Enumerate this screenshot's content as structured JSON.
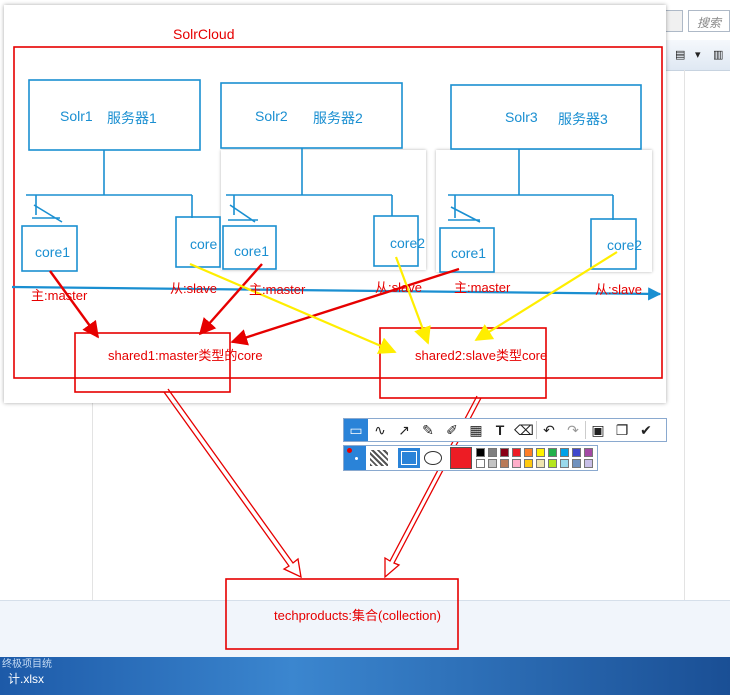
{
  "background": {
    "search_placeholder": "搜索",
    "taskbar_line1": "终极项目统",
    "taskbar_line2": "计.xlsx"
  },
  "diagram": {
    "title": "SolrCloud",
    "servers": [
      {
        "name": "Solr1",
        "label": "服务器1",
        "core_a": "core1",
        "core_b": "core",
        "role_a": "主:master",
        "role_b": "从:slave"
      },
      {
        "name": "Solr2",
        "label": "服务器2",
        "core_a": "core1",
        "core_b": "core2",
        "role_a": "主:master",
        "role_b": "从:slave"
      },
      {
        "name": "Solr3",
        "label": "服务器3",
        "core_a": "core1",
        "core_b": "core2",
        "role_a": "主:master",
        "role_b": "从:slave"
      }
    ],
    "shard1": "shared1:master类型的core",
    "shard2": "shared2:slave类型core",
    "collection": "techproducts:集合(collection)"
  },
  "colors": {
    "blue": "#1a8fd1",
    "red": "#e60000",
    "yellow": "#ffee00"
  },
  "toolbar": {
    "tools": [
      "select-rect-icon",
      "freehand-icon",
      "arrow-icon",
      "pencil-icon",
      "marker-icon",
      "mosaic-icon",
      "text-icon",
      "eraser-icon",
      "undo-icon",
      "redo-icon",
      "save-icon",
      "copy-icon",
      "done-icon"
    ],
    "text_tool_glyph": "T",
    "palette": [
      "#000000",
      "#7f7f7f",
      "#880015",
      "#ed1c24",
      "#ff7f27",
      "#fff200",
      "#22b14c",
      "#00a2e8",
      "#3f48cc",
      "#a349a4",
      "#ffffff",
      "#c3c3c3",
      "#b97a57",
      "#ffaec9",
      "#ffc90e",
      "#efe4b0",
      "#b5e61d",
      "#99d9ea",
      "#7092be",
      "#c8bfe7"
    ],
    "current_color": "#ed1c24"
  }
}
